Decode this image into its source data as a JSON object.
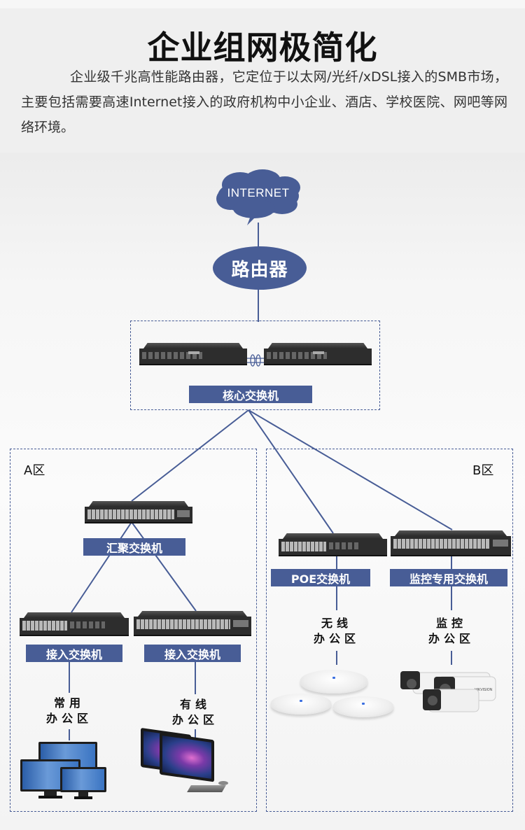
{
  "header": {
    "title": "企业组网极简化",
    "description": "企业级千兆高性能路由器，它定位于以太网/光纤/xDSL接入的SMB市场，主要包括需要高速Internet接入的政府机构中小企业、酒店、学校医院、网吧等网络环境。"
  },
  "colors": {
    "accent": "#485d96",
    "header_bg": "#efefef"
  },
  "diagram": {
    "internet": {
      "label": "INTERNET",
      "icon": "cloud-icon"
    },
    "router": {
      "label": "路由器"
    },
    "core": {
      "label": "核心交换机",
      "icon": "switch-icon"
    },
    "zone_a": {
      "label": "A区",
      "aggregation": {
        "label": "汇聚交换机"
      },
      "access_left": {
        "label": "接入交换机"
      },
      "access_right": {
        "label": "接入交换机"
      },
      "office_left": {
        "line1": "常用",
        "line2": "办公区",
        "icon": "monitor-icon"
      },
      "office_right": {
        "line1": "有线",
        "line2": "办公区",
        "icon": "desktop-computer-icon"
      }
    },
    "zone_b": {
      "label": "B区",
      "poe": {
        "label": "POE交换机"
      },
      "surveillance": {
        "label": "监控专用交换机"
      },
      "office_wireless": {
        "line1": "无线",
        "line2": "办公区",
        "icon": "access-point-icon"
      },
      "office_monitor": {
        "line1": "监控",
        "line2": "办公区",
        "icon": "camera-icon"
      }
    }
  }
}
